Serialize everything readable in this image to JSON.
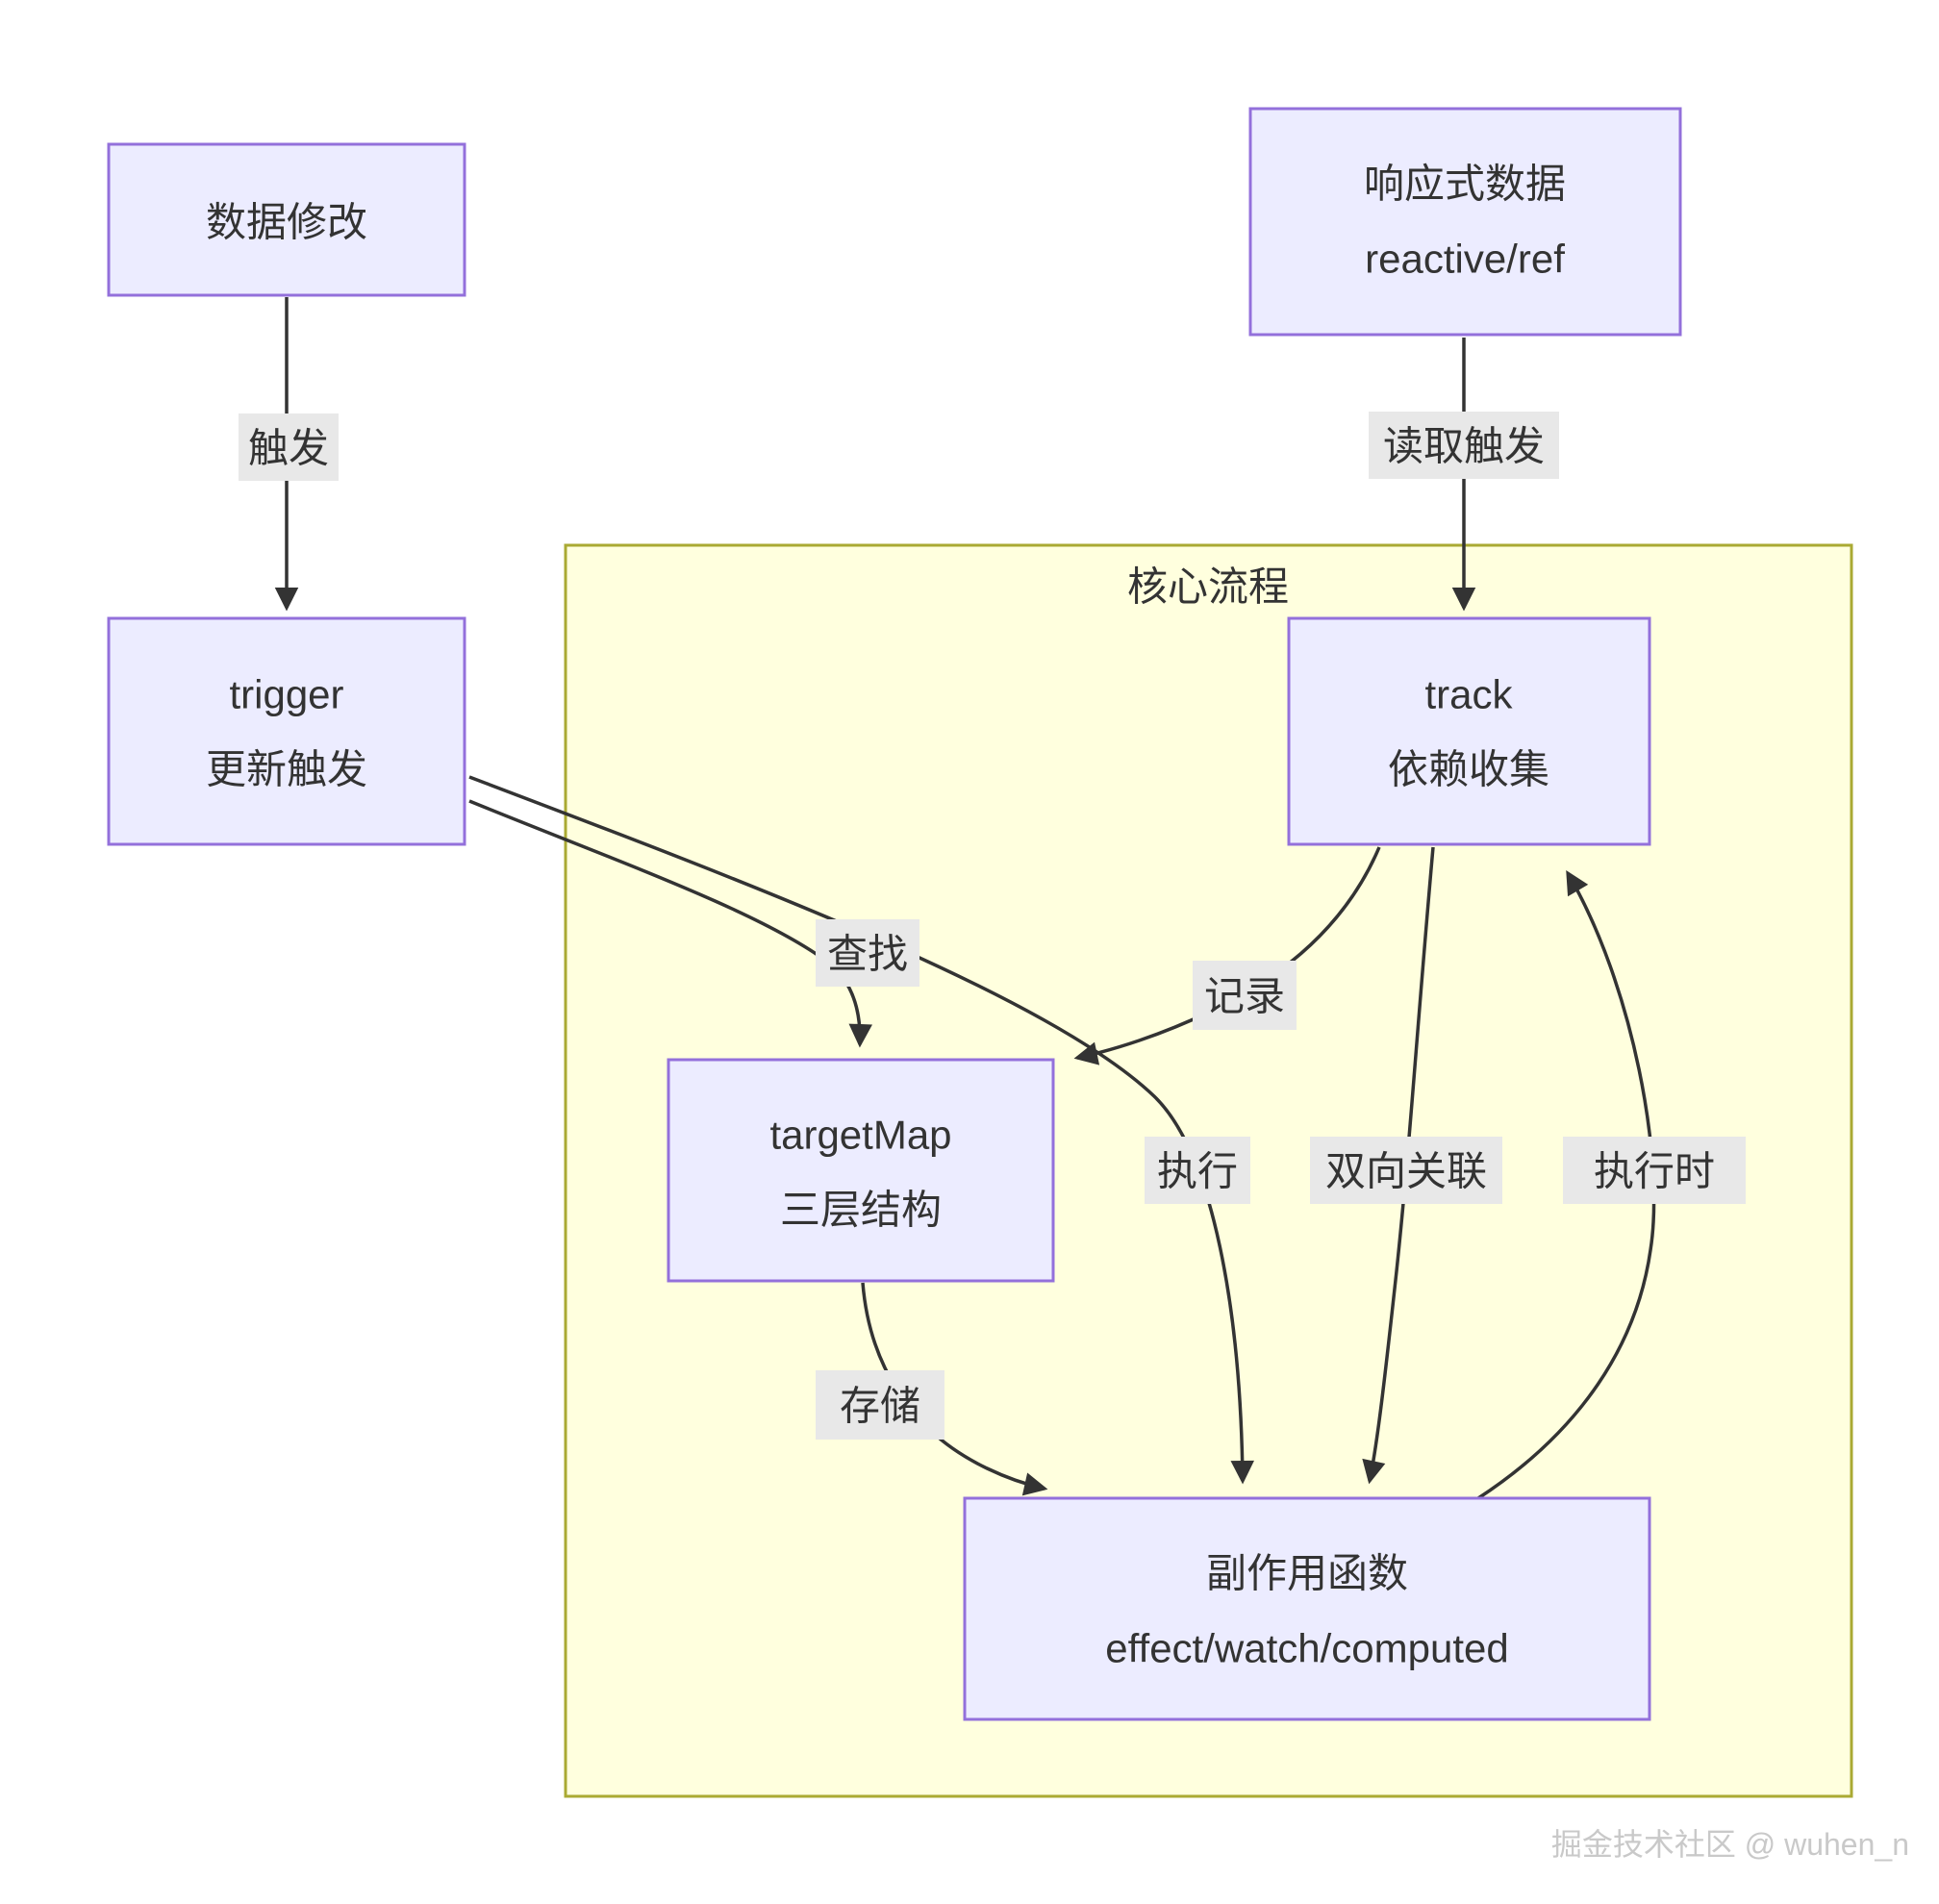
{
  "diagram": {
    "subgraph": {
      "label": "核心流程"
    },
    "nodes": {
      "data_change": {
        "label": "数据修改"
      },
      "reactive_data": {
        "line1": "响应式数据",
        "line2": "reactive/ref"
      },
      "trigger": {
        "line1": "trigger",
        "line2": "更新触发"
      },
      "track": {
        "line1": "track",
        "line2": "依赖收集"
      },
      "target_map": {
        "line1": "targetMap",
        "line2": "三层结构"
      },
      "effect": {
        "line1": "副作用函数",
        "line2": "effect/watch/computed"
      }
    },
    "edge_labels": {
      "trigger_label": "触发",
      "read_trigger": "读取触发",
      "find": "查找",
      "record": "记录",
      "execute": "执行",
      "two_way_link": "双向关联",
      "on_execute": "执行时",
      "store": "存储"
    },
    "colors": {
      "node_fill": "#ECECFF",
      "node_border": "#9370DB",
      "subgraph_fill": "#FFFFDE",
      "subgraph_border": "#AAAA33",
      "edge_line": "#333333",
      "edge_label_bg": "#E8E8E8",
      "text": "#333333",
      "watermark": "#C9C9C9"
    },
    "watermark": "掘金技术社区 @ wuhen_n"
  }
}
